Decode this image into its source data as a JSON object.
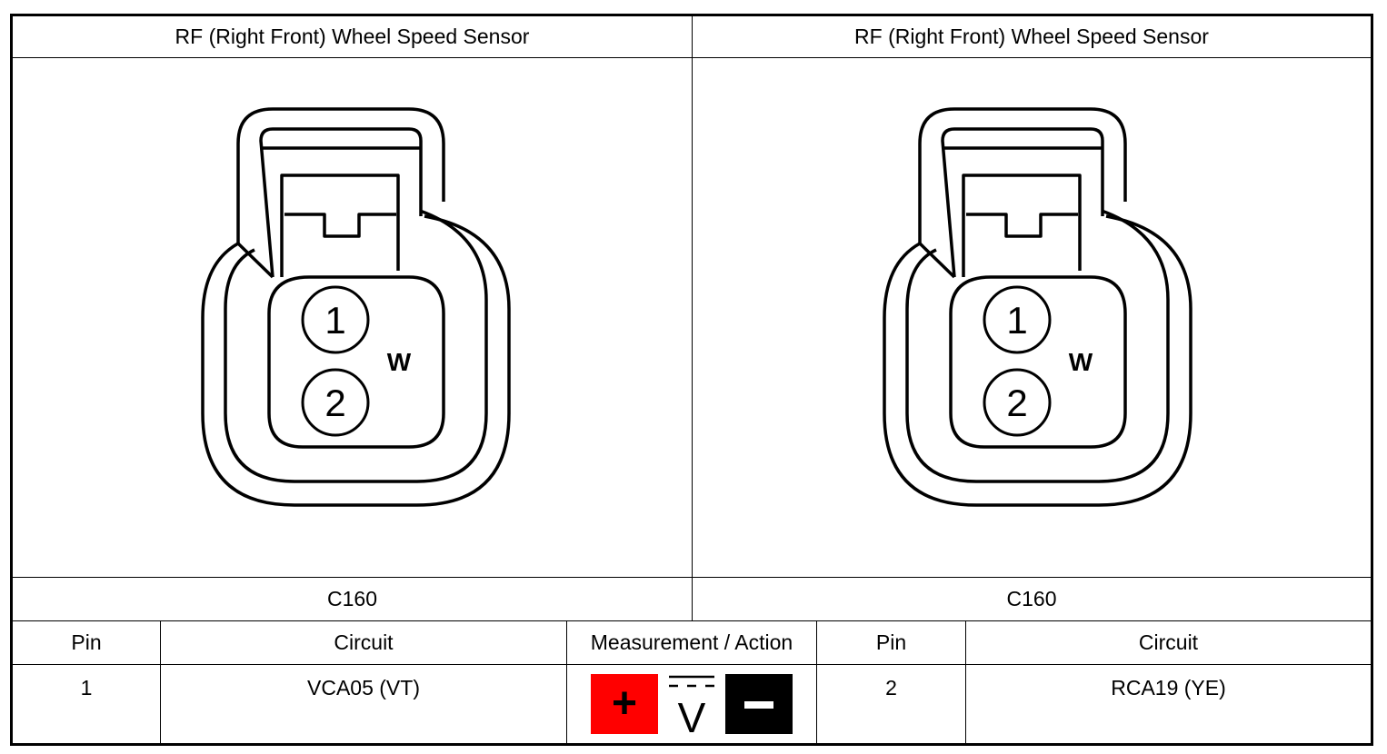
{
  "header": {
    "left_title": "RF (Right Front) Wheel Speed Sensor",
    "right_title": "RF (Right Front) Wheel Speed Sensor"
  },
  "connector": {
    "left_id": "C160",
    "right_id": "C160",
    "pin_labels": [
      "1",
      "2"
    ],
    "key_mark": "W"
  },
  "table": {
    "headers": [
      "Pin",
      "Circuit",
      "Measurement / Action",
      "Pin",
      "Circuit"
    ],
    "row": {
      "pin_a": "1",
      "circuit_a": "VCA05 (VT)",
      "pin_b": "2",
      "circuit_b": "RCA19 (YE)"
    }
  },
  "measurement_icons": {
    "positive": {
      "icon": "plus-probe-icon",
      "symbol": "+",
      "color": "#ff0000"
    },
    "voltmeter": {
      "icon": "dc-voltmeter-icon",
      "symbol": "V"
    },
    "negative": {
      "icon": "minus-probe-icon",
      "symbol": "−",
      "color": "#000000"
    }
  }
}
